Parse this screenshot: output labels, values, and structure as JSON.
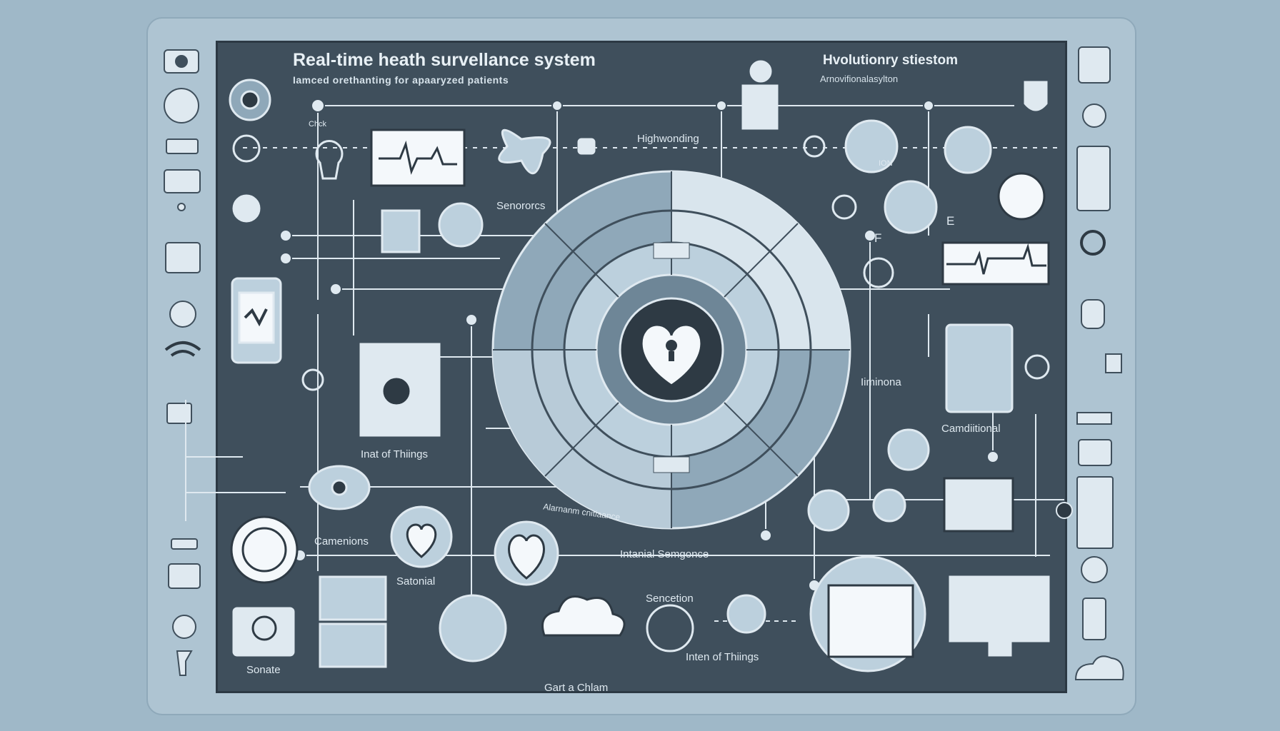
{
  "header": {
    "title": "Real-time heath survellance system",
    "subtitle": "Iamced orethanting for apaaryzed patients",
    "right_title": "Hvolutionry stiestom",
    "right_subtitle": "Arnovifionalasylton"
  },
  "labels": {
    "chck": "Chck",
    "sensorcs": "Senororcs",
    "highwonding": "Highwonding",
    "iot_left": "Inat of Thiings",
    "camerions": "Camenions",
    "satorial": "Satonial",
    "sonate": "Sonate",
    "gart_cham": "Gart a Chlam",
    "intanial": "Intanial Semgonce",
    "serception": "Sencetion",
    "iot_bottom": "Inten of Thiings",
    "iominona": "Iiminona",
    "camditional": "Camdiitional",
    "letter_e": "E",
    "letter_f": "F",
    "ion_label": "ION"
  },
  "center": {
    "icon": "heart-alert-icon",
    "ring_text": "Alarnanm cnitiaance"
  },
  "colors": {
    "panel": "#3f4f5c",
    "frame": "#aec4d2",
    "background": "#9fb8c8",
    "line": "#dfe9f0",
    "accent": "#bcd0dd"
  }
}
